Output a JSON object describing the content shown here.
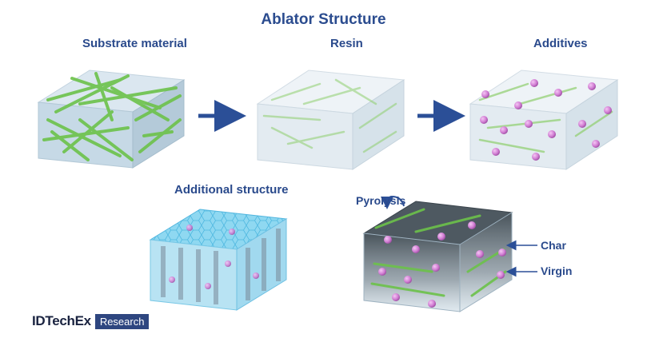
{
  "title": "Ablator Structure",
  "labels": {
    "substrate": "Substrate material",
    "resin": "Resin",
    "additives": "Additives",
    "additional_structure": "Additional structure",
    "pyrolysis": "Pyrolysis",
    "char": "Char",
    "virgin": "Virgin"
  },
  "logo": {
    "name": "IDTechEx",
    "badge": "Research"
  },
  "colors": {
    "label": "#2a4a8c",
    "arrow": "#2b4f97",
    "fiber_green": "#6cc24a",
    "particle_pink": "#d27fd4",
    "block_blue": "#cfe2ef",
    "honeycomb_blue": "#7fd3ef",
    "char_dark": "#4a5660"
  },
  "icons": [
    "arrow-right-icon",
    "arrow-right-icon",
    "pyrolysis-curved-arrow-icon",
    "char-pointer-arrow-icon",
    "virgin-pointer-arrow-icon"
  ]
}
